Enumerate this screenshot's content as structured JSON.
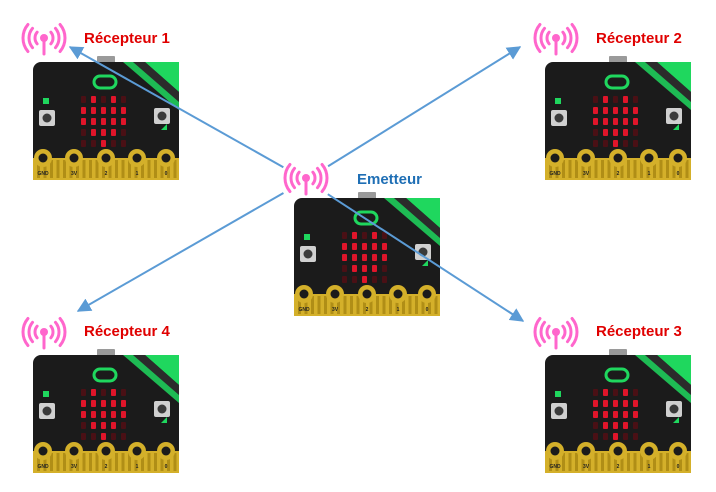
{
  "emitter": {
    "label": "Emetteur"
  },
  "receivers": [
    {
      "label": "Récepteur 1"
    },
    {
      "label": "Récepteur 2"
    },
    {
      "label": "Récepteur 3"
    },
    {
      "label": "Récepteur 4"
    }
  ],
  "board": {
    "edge_labels": [
      "GND",
      "3V",
      "2",
      "1",
      "0"
    ]
  },
  "colors": {
    "receiver_label": "#e00000",
    "emitter_label": "#1f6fb5",
    "arrow": "#5b9bd5",
    "antenna": "#ff66cc",
    "led": "#e0152a",
    "board": "#1b1b1b",
    "accent": "#1fd75e",
    "gold": "#d4b02a"
  },
  "icons": [
    "antenna-icon",
    "microbit-board"
  ]
}
